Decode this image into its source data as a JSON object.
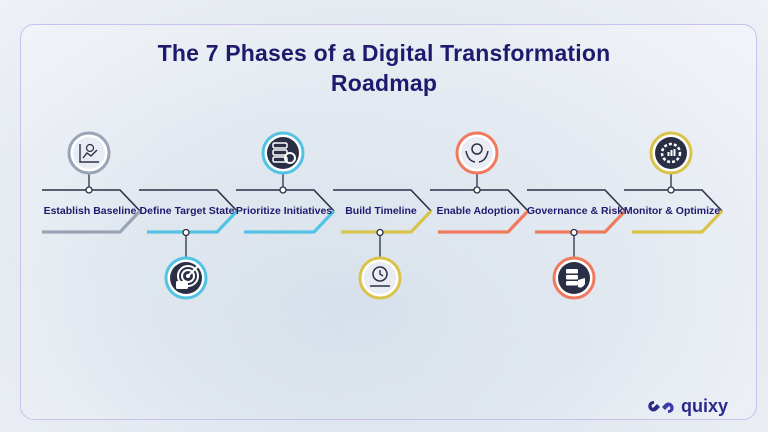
{
  "title": {
    "line1": "The 7 Phases of a Digital Transformation",
    "line2": "Roadmap"
  },
  "phases": [
    {
      "label": "Establish Baseline",
      "color": "#9aa4b6",
      "icon": "chart-analytics-icon",
      "icon_position": "top"
    },
    {
      "label": "Define Target State",
      "color": "#52c3e4",
      "icon": "target-icon",
      "icon_position": "bottom"
    },
    {
      "label": "Prioritize Initiatives",
      "color": "#52c3e4",
      "icon": "server-gear-icon",
      "icon_position": "top"
    },
    {
      "label": "Build Timeline",
      "color": "#d9c34a",
      "icon": "clock-timeline-icon",
      "icon_position": "bottom"
    },
    {
      "label": "Enable Adoption",
      "color": "#ef7a5e",
      "icon": "hands-gear-icon",
      "icon_position": "top"
    },
    {
      "label": "Governance & Risk",
      "color": "#ef7a5e",
      "icon": "server-shield-icon",
      "icon_position": "bottom"
    },
    {
      "label": "Monitor & Optimize",
      "color": "#d9c34a",
      "icon": "gear-chart-icon",
      "icon_position": "top"
    }
  ],
  "logo": {
    "text": "quixy",
    "icon": "quixy-logo-icon"
  },
  "colors": {
    "title": "#1f1a6e",
    "arrow_outline": "#2a2f46",
    "frame_border": "#cdbfee"
  }
}
